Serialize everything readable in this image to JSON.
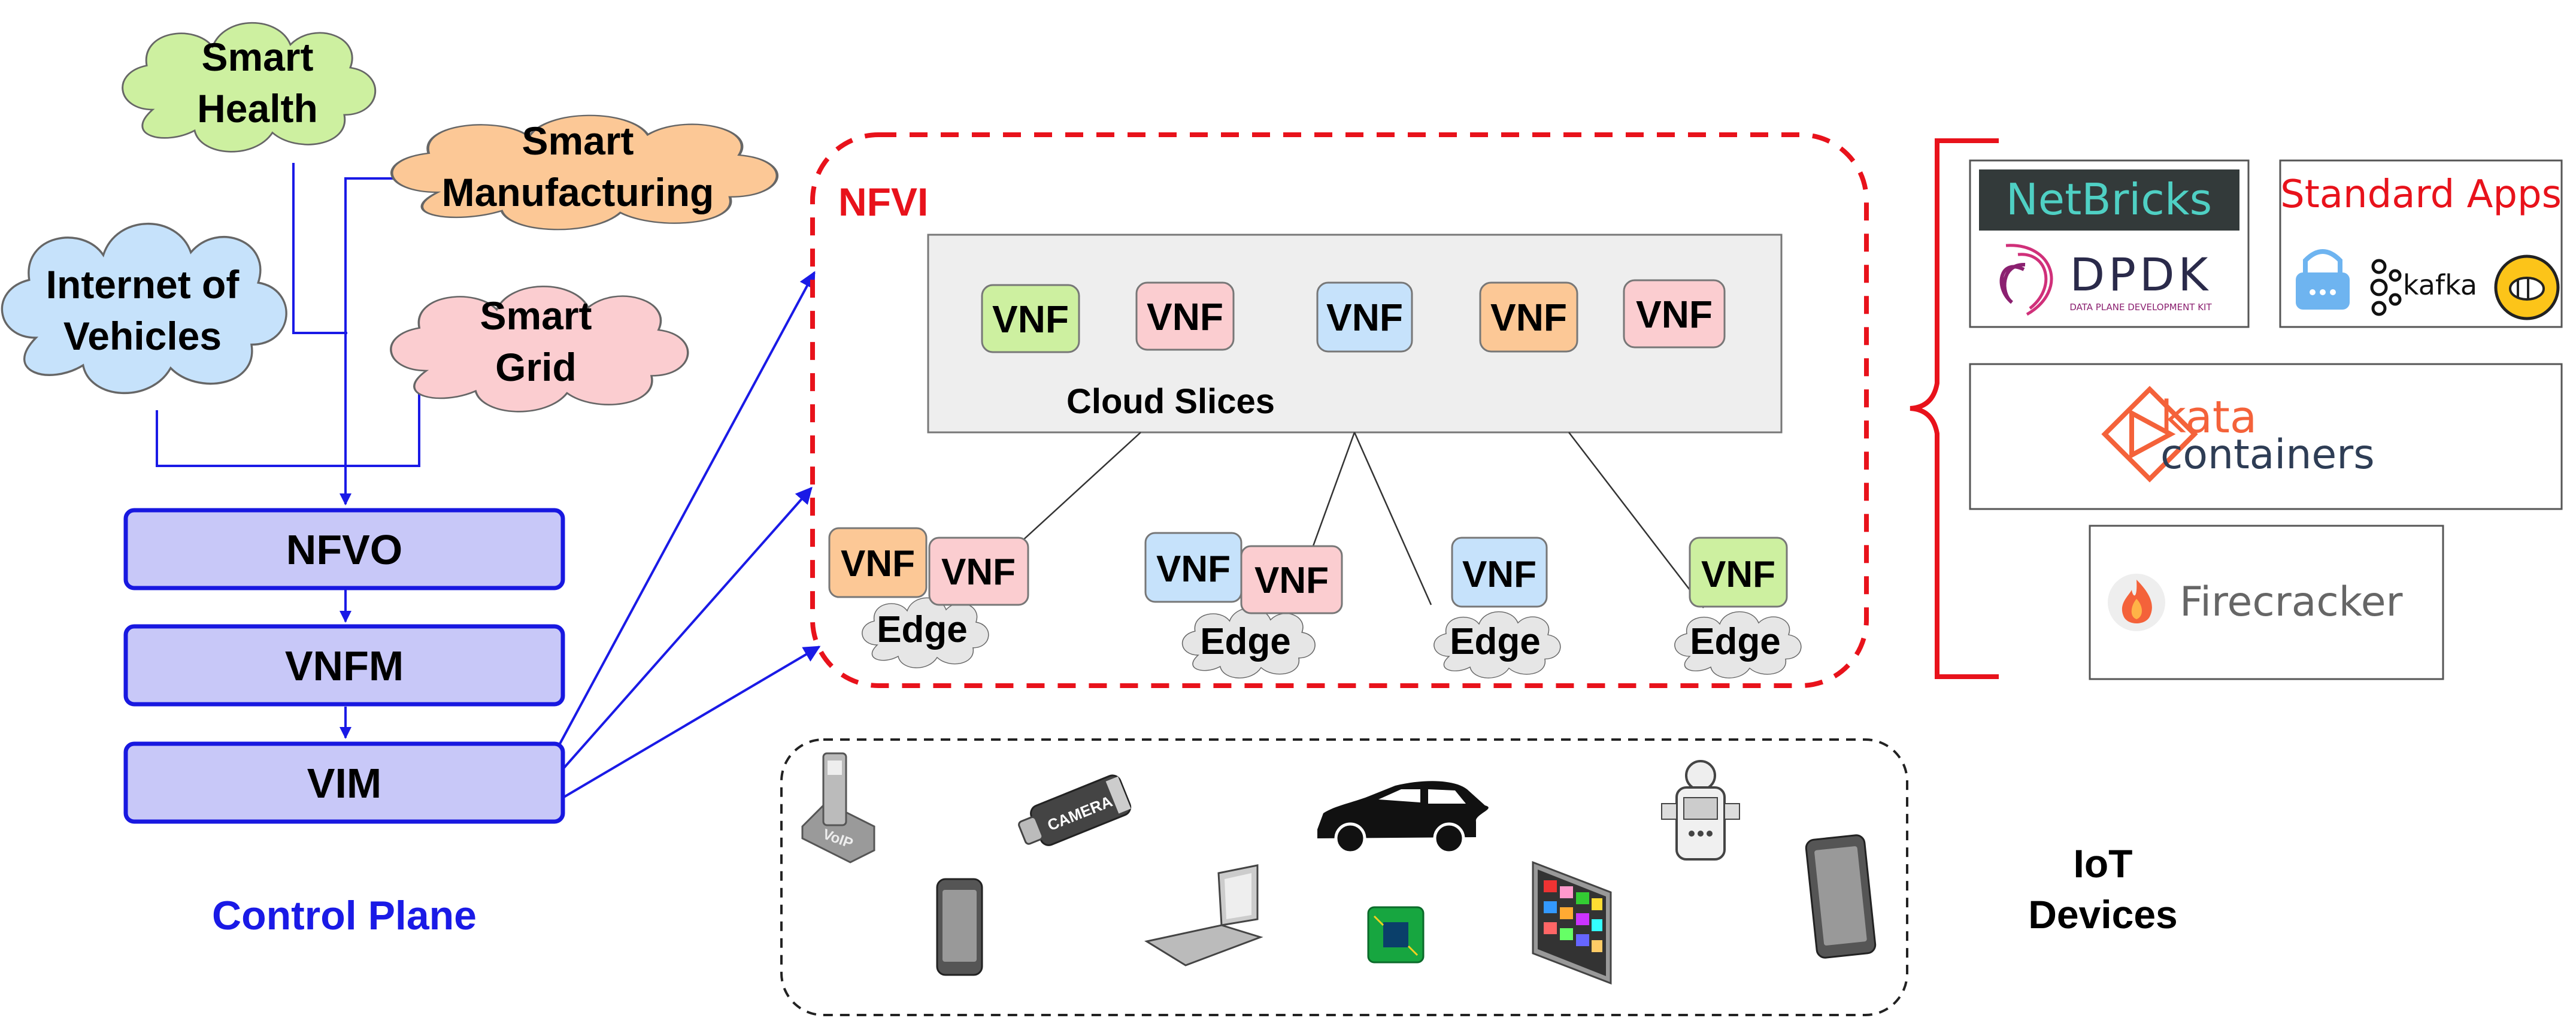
{
  "applications": {
    "smart_health": [
      "Smart",
      "Health"
    ],
    "smart_manufacturing": [
      "Smart",
      "Manufacturing"
    ],
    "internet_of_vehicles": [
      "Internet of",
      "Vehicles"
    ],
    "smart_grid": [
      "Smart",
      "Grid"
    ]
  },
  "control_plane": {
    "nfvo": "NFVO",
    "vnfm": "VNFM",
    "vim": "VIM",
    "caption": "Control Plane"
  },
  "nfvi": {
    "title": "NFVI",
    "cloud_caption": "Cloud Slices",
    "vnf": "VNF",
    "edge": "Edge"
  },
  "iot": {
    "caption": [
      "IoT",
      "Devices"
    ]
  },
  "tech_stack": {
    "netbricks": "NetBricks",
    "dpdk": "DPDK",
    "dpdk_sub": "DATA PLANE DEVELOPMENT KIT",
    "standard_apps": "Standard Apps",
    "kafka": "kafka",
    "kata_1": "kata",
    "kata_2": "containers",
    "firecracker": "Firecracker"
  },
  "colors": {
    "health": "#cdf0a0",
    "manufacturing": "#fcc896",
    "vehicles": "#c6e2fb",
    "grid": "#fbcdd0",
    "control_box": "#c8c8f8",
    "control_border": "#1818e0",
    "nfvi_border": "#e8121b",
    "arrow": "#1a1ae6"
  }
}
